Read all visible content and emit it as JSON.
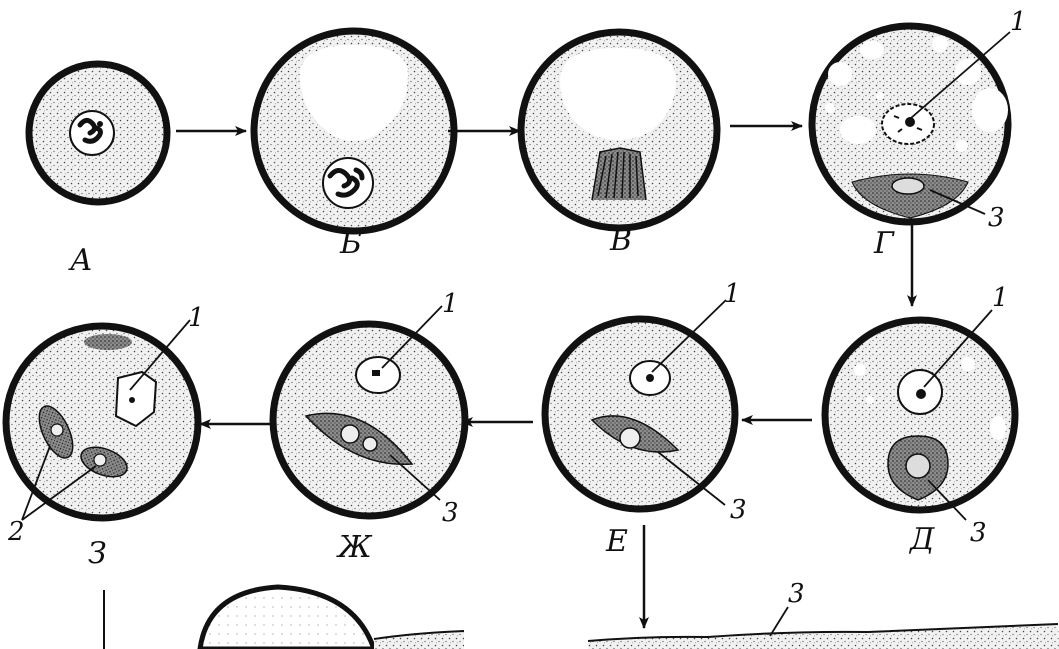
{
  "figure": {
    "stage_labels": {
      "A": "А",
      "B": "Б",
      "V": "В",
      "G": "Г",
      "D": "Д",
      "E": "Е",
      "Zh": "Ж",
      "Z": "З"
    },
    "numbers": {
      "one": "1",
      "two": "2",
      "three": "3"
    }
  }
}
